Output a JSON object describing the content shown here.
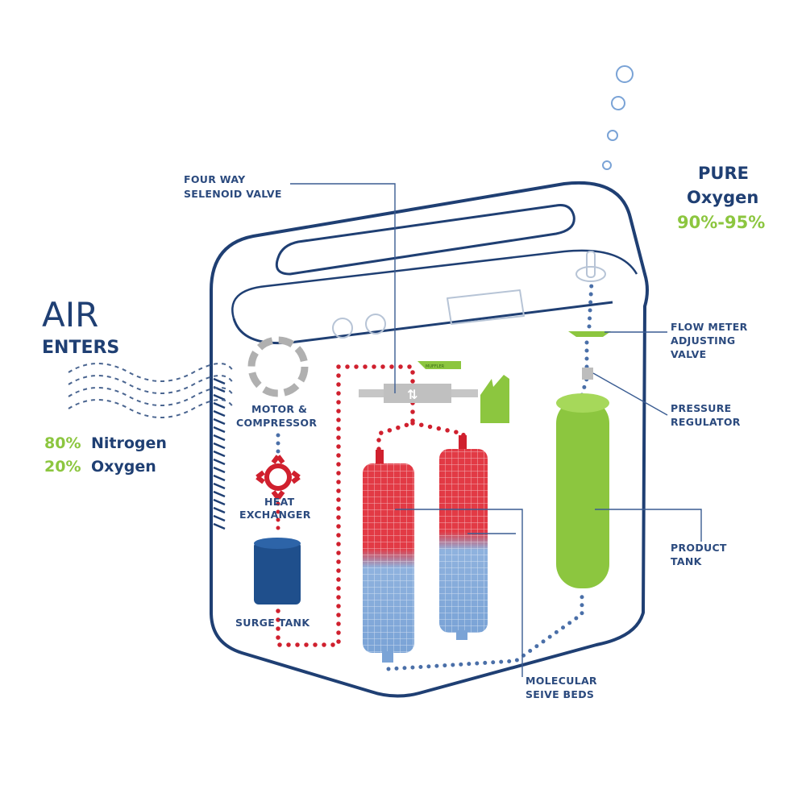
{
  "title_left": {
    "line1": "AIR",
    "line2": "ENTERS"
  },
  "composition": [
    {
      "percent": "80%",
      "gas": "Nitrogen"
    },
    {
      "percent": "20%",
      "gas": "Oxygen"
    }
  ],
  "title_right": {
    "line1": "PURE",
    "line2": "Oxygen",
    "purity": "90%-95%"
  },
  "labels": {
    "valve": [
      "FOUR WAY",
      "SELENOID VALVE"
    ],
    "motor": [
      "MOTOR &",
      "COMPRESSOR"
    ],
    "heat": [
      "HEAT",
      "EXCHANGER"
    ],
    "surge": "SURGE TANK",
    "flow": [
      "FLOW METER",
      "ADJUSTING",
      "VALVE"
    ],
    "pressure": [
      "PRESSURE",
      "REGULATOR"
    ],
    "product": [
      "PRODUCT",
      "TANK"
    ],
    "sieve": [
      "MOLECULAR",
      "SEIVE BEDS"
    ],
    "muffler": "MUFFLER"
  },
  "colors": {
    "navy": "#1f3f73",
    "green": "#8cc63f",
    "red": "#d0202e",
    "blue": "#7aa3d6",
    "grey": "#bdbdbd"
  }
}
